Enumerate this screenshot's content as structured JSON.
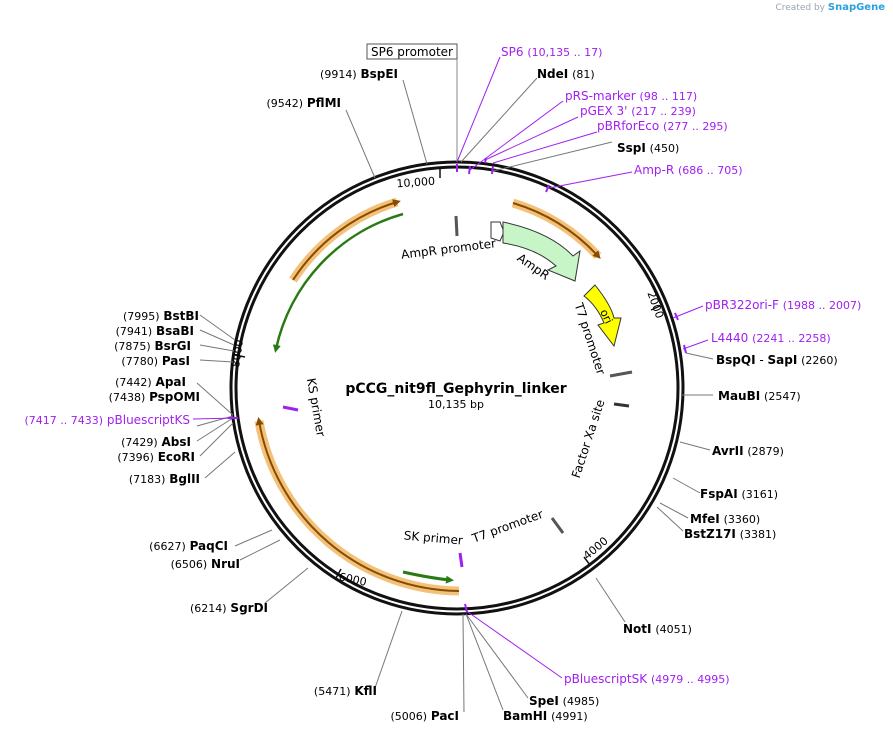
{
  "credit": {
    "prefix": "Created by",
    "brand": "SnapGene"
  },
  "plasmid": {
    "name": "pCCG_nit9fl_Gephyrin_linker",
    "size_label": "10,135 bp",
    "length": 10135
  },
  "ticks": [
    {
      "pos": 10000,
      "label": "10,000"
    },
    {
      "pos": 2000,
      "label": "2000"
    },
    {
      "pos": 4000,
      "label": "4000"
    },
    {
      "pos": 6000,
      "label": "6000"
    },
    {
      "pos": 8000,
      "label": "8000"
    }
  ],
  "features": [
    {
      "name": "AmpR promoter",
      "color": "#ffffff"
    },
    {
      "name": "AmpR",
      "color": "#c8f5c8"
    },
    {
      "name": "ori",
      "color": "#ffff00"
    },
    {
      "name": "T7 promoter",
      "color": "#ffffff"
    },
    {
      "name": "Factor Xa site",
      "color": "#ffffff"
    },
    {
      "name": "T7 promoter",
      "color": "#ffffff"
    },
    {
      "name": "SK primer",
      "color": "#a020f0"
    },
    {
      "name": "KS primer",
      "color": "#a020f0"
    },
    {
      "name": "SP6 promoter",
      "color": "#ffffff"
    }
  ],
  "orfs": [
    {
      "color": "#e8a33c"
    },
    {
      "color": "#e8a33c"
    },
    {
      "color": "#e8a33c"
    }
  ],
  "primer_color": "#a020f0",
  "sites": [
    {
      "name": "NdeI",
      "pos": "(81)",
      "side": "right",
      "row": 1
    },
    {
      "name": "SspI",
      "pos": "(450)",
      "side": "right",
      "row": 2
    },
    {
      "name": "BspQI",
      "pos": "(2260)",
      "side": "right",
      "row": 3,
      "extra": "SapI"
    },
    {
      "name": "MauBI",
      "pos": "(2547)",
      "side": "right",
      "row": 4
    },
    {
      "name": "AvrII",
      "pos": "(2879)",
      "side": "right",
      "row": 5
    },
    {
      "name": "FspAI",
      "pos": "(3161)",
      "side": "right",
      "row": 6
    },
    {
      "name": "MfeI",
      "pos": "(3360)",
      "side": "right",
      "row": 7
    },
    {
      "name": "BstZ17I",
      "pos": "(3381)",
      "side": "right",
      "row": 8
    },
    {
      "name": "NotI",
      "pos": "(4051)",
      "side": "right",
      "row": 9
    },
    {
      "name": "SpeI",
      "pos": "(4985)",
      "side": "right",
      "row": 10
    },
    {
      "name": "BamHI",
      "pos": "(4991)",
      "side": "right",
      "row": 11
    },
    {
      "name": "PacI",
      "pos": "(5006)",
      "side": "left",
      "row": 1
    },
    {
      "name": "KflI",
      "pos": "(5471)",
      "side": "left",
      "row": 2
    },
    {
      "name": "SgrDI",
      "pos": "(6214)",
      "side": "left",
      "row": 3
    },
    {
      "name": "NruI",
      "pos": "(6506)",
      "side": "left",
      "row": 4
    },
    {
      "name": "PaqCI",
      "pos": "(6627)",
      "side": "left",
      "row": 5
    },
    {
      "name": "BglII",
      "pos": "(7183)",
      "side": "left",
      "row": 6
    },
    {
      "name": "EcoRI",
      "pos": "(7396)",
      "side": "left",
      "row": 7
    },
    {
      "name": "AbsI",
      "pos": "(7429)",
      "side": "left",
      "row": 8
    },
    {
      "name": "PspOMI",
      "pos": "(7438)",
      "side": "left",
      "row": 9
    },
    {
      "name": "ApaI",
      "pos": "(7442)",
      "side": "left",
      "row": 10
    },
    {
      "name": "PasI",
      "pos": "(7780)",
      "side": "left",
      "row": 11
    },
    {
      "name": "BsrGI",
      "pos": "(7875)",
      "side": "left",
      "row": 12
    },
    {
      "name": "BsaBI",
      "pos": "(7941)",
      "side": "left",
      "row": 13
    },
    {
      "name": "BstBI",
      "pos": "(7995)",
      "side": "left",
      "row": 14
    },
    {
      "name": "PflMI",
      "pos": "(9542)",
      "side": "left",
      "row": 15
    },
    {
      "name": "BspEI",
      "pos": "(9914)",
      "side": "left",
      "row": 16
    }
  ],
  "primers": [
    {
      "name": "SP6",
      "range": "(10,135 .. 17)"
    },
    {
      "name": "pRS-marker",
      "range": "(98 .. 117)"
    },
    {
      "name": "pGEX 3'",
      "range": "(217 .. 239)"
    },
    {
      "name": "pBRforEco",
      "range": "(277 .. 295)"
    },
    {
      "name": "Amp-R",
      "range": "(686 .. 705)"
    },
    {
      "name": "pBR322ori-F",
      "range": "(1988 .. 2007)"
    },
    {
      "name": "L4440",
      "range": "(2241 .. 2258)"
    },
    {
      "name": "pBluescriptSK",
      "range": "(4979 .. 4995)"
    },
    {
      "name": "pBluescriptKS",
      "range": "(7417 .. 7433)"
    }
  ]
}
